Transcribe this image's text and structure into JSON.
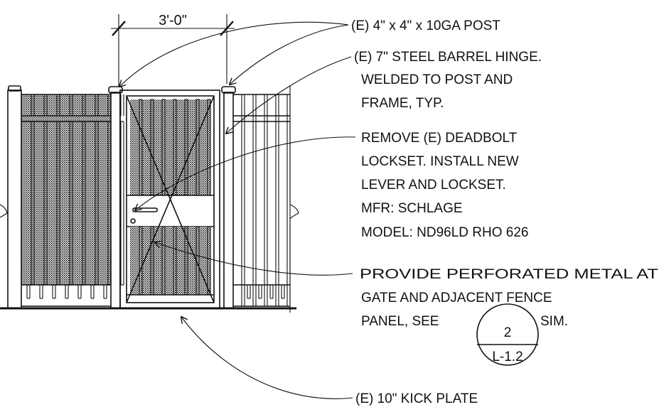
{
  "dimension": {
    "label": "3'-0\""
  },
  "notes": {
    "post": [
      "(E) 4\" x 4\" x 10GA POST"
    ],
    "hinge": [
      "(E) 7\" STEEL BARREL HINGE.",
      "WELDED TO POST AND",
      "FRAME, TYP."
    ],
    "lockset": [
      "REMOVE (E) DEADBOLT",
      "LOCKSET. INSTALL NEW",
      "LEVER AND LOCKSET.",
      "MFR: SCHLAGE",
      "MODEL: ND96LD RHO 626"
    ],
    "perforated": [
      "PROVIDE PERFORATED METAL AT",
      "GATE AND ADJACENT FENCE",
      "PANEL, SEE",
      "SIM."
    ],
    "kickplate": [
      "(E) 10\" KICK PLATE"
    ]
  },
  "detail_ref": {
    "number": "2",
    "sheet": "L-1.2"
  },
  "colors": {
    "ink": "#111111",
    "background": "#ffffff",
    "perforation": "#111111"
  }
}
